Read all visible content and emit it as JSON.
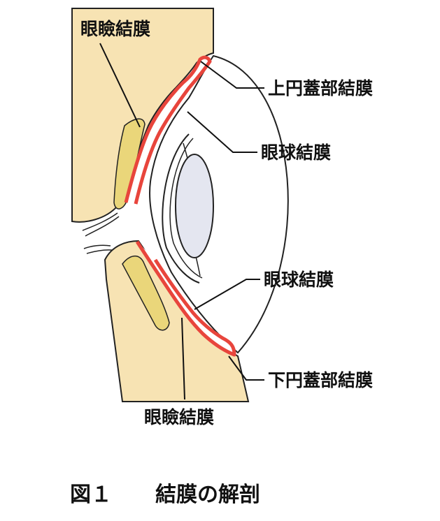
{
  "labels": {
    "palpebral_upper": "眼瞼結膜",
    "superior_fornix": "上円蓋部結膜",
    "bulbar_upper": "眼球結膜",
    "bulbar_lower": "眼球結膜",
    "inferior_fornix": "下円蓋部結膜",
    "palpebral_lower": "眼瞼結膜"
  },
  "caption": {
    "figure_number": "図１",
    "title": "結膜の解剖"
  },
  "colors": {
    "skin": "#F7E3B3",
    "outline": "#222222",
    "conjunctiva": "#E8453C",
    "tarsal_plate": "#EAD67A",
    "lens": "#E4E6F0",
    "sclera": "#FFFFFF"
  }
}
